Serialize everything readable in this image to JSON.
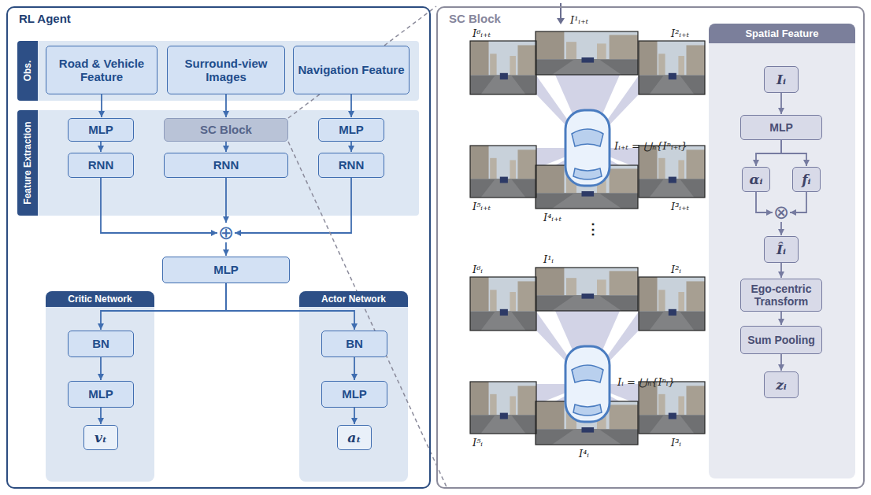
{
  "diagram": {
    "nodes": [
      {
        "text": [
          "RL Agent"
        ]
      },
      {
        "text": [
          "Obs."
        ],
        "in": 0
      },
      {
        "text": [
          "Road & Vehicle Feature"
        ],
        "in": 1
      },
      {
        "text": [
          "Surround-view Images"
        ],
        "in": 1
      },
      {
        "text": [
          "Navigation Feature"
        ],
        "in": 1
      },
      {
        "text": [
          "Feature Extraction"
        ],
        "in": 0
      },
      {
        "text": [
          "MLP"
        ],
        "in": 5
      },
      {
        "text": [
          "SC Block"
        ],
        "in": 5
      },
      {
        "text": [
          "MLP"
        ],
        "in": 5
      },
      {
        "text": [
          "RNN"
        ],
        "in": 5
      },
      {
        "text": [
          "RNN"
        ],
        "in": 5
      },
      {
        "text": [
          "RNN"
        ],
        "in": 5
      },
      {
        "text": [
          "⊕"
        ],
        "in": 0
      },
      {
        "text": [
          "MLP"
        ],
        "in": 0
      },
      {
        "text": [
          "Critic Network"
        ],
        "in": 0
      },
      {
        "text": [
          "BN"
        ],
        "in": 14
      },
      {
        "text": [
          "MLP"
        ],
        "in": 14
      },
      {
        "text": [
          "vₜ"
        ],
        "in": 14
      },
      {
        "text": [
          "Actor Network"
        ],
        "in": 0
      },
      {
        "text": [
          "BN"
        ],
        "in": 18
      },
      {
        "text": [
          "MLP"
        ],
        "in": 18
      },
      {
        "text": [
          "aₜ"
        ],
        "in": 18
      },
      {
        "text": [
          "SC Block"
        ]
      },
      {
        "text": [
          "Spatial Feature"
        ],
        "in": 22
      },
      {
        "text": [
          "Iᵢ"
        ],
        "in": 23
      },
      {
        "text": [
          "MLP"
        ],
        "in": 23
      },
      {
        "text": [
          "αᵢ"
        ],
        "in": 23
      },
      {
        "text": [
          "fᵢ"
        ],
        "in": 23
      },
      {
        "text": [
          "⊗"
        ],
        "in": 23
      },
      {
        "text": [
          "Îᵢ"
        ],
        "in": 23
      },
      {
        "text": [
          "Ego-centric Transform"
        ],
        "in": 23
      },
      {
        "text": [
          "Sum Pooling"
        ],
        "in": 23
      },
      {
        "text": [
          "zᵢ"
        ],
        "in": 23
      }
    ],
    "edges": [
      {
        "from": 2,
        "to": 6,
        "arrow": "to"
      },
      {
        "from": 3,
        "to": 7,
        "arrow": "to"
      },
      {
        "from": 4,
        "to": 8,
        "arrow": "to"
      },
      {
        "from": 6,
        "to": 9,
        "arrow": "to"
      },
      {
        "from": 7,
        "to": 10,
        "arrow": "to"
      },
      {
        "from": 8,
        "to": 11,
        "arrow": "to"
      },
      {
        "from": 9,
        "to": 12,
        "arrow": "to"
      },
      {
        "from": 10,
        "to": 12,
        "arrow": "to"
      },
      {
        "from": 11,
        "to": 12,
        "arrow": "to"
      },
      {
        "from": 12,
        "to": 13,
        "arrow": "to"
      },
      {
        "from": 13,
        "to": 15,
        "arrow": "to"
      },
      {
        "from": 13,
        "to": 19,
        "arrow": "to"
      },
      {
        "from": 15,
        "to": 16,
        "arrow": "to"
      },
      {
        "from": 16,
        "to": 17,
        "arrow": "to"
      },
      {
        "from": 19,
        "to": 20,
        "arrow": "to"
      },
      {
        "from": 20,
        "to": 21,
        "arrow": "to"
      },
      {
        "from": 7,
        "to": 22,
        "arrow": "none"
      },
      {
        "from": 24,
        "to": 25,
        "arrow": "to"
      },
      {
        "from": 25,
        "to": 26,
        "arrow": "to"
      },
      {
        "from": 25,
        "to": 27,
        "arrow": "to"
      },
      {
        "from": 26,
        "to": 28,
        "arrow": "to"
      },
      {
        "from": 27,
        "to": 28,
        "arrow": "to"
      },
      {
        "from": 28,
        "to": 29,
        "arrow": "to"
      },
      {
        "from": 29,
        "to": 30,
        "arrow": "to"
      },
      {
        "from": 30,
        "to": 31,
        "arrow": "to"
      },
      {
        "from": 31,
        "to": 32,
        "arrow": "to"
      }
    ],
    "labels": [
      "I¹ᵢ₊ₜ",
      "I⁶ᵢ₊ₜ",
      "I²ᵢ₊ₜ",
      "Iᵢ₊ₜ = ⋃ₙ{Iⁿᵢ₊ₜ}",
      "I⁵ᵢ₊ₜ",
      "I³ᵢ₊ₜ",
      "I⁴ᵢ₊ₜ",
      "⋮",
      "I¹ᵢ",
      "I⁶ᵢ",
      "I²ᵢ",
      "Iᵢ = ⋃ₙ{Iⁿᵢ}",
      "I⁵ᵢ",
      "I³ᵢ",
      "I⁴ᵢ"
    ]
  }
}
